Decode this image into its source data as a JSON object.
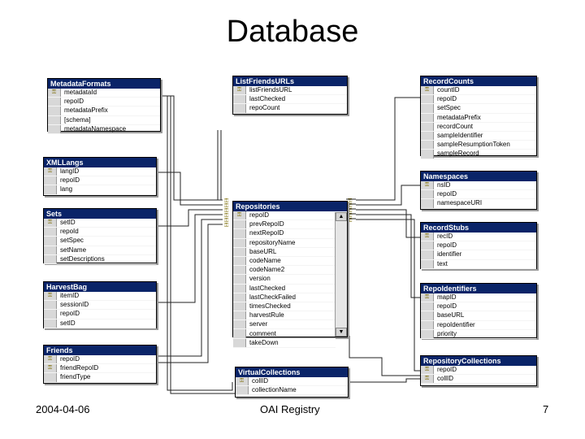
{
  "slide": {
    "title": "Database",
    "footer_date": "2004-04-06",
    "footer_center": "OAI Registry",
    "page_number": "7"
  },
  "tables": [
    {
      "id": "metadataformats",
      "title": "MetadataFormats",
      "fields": [
        {
          "name": "metadataId",
          "key": true
        },
        {
          "name": "repoID",
          "key": false
        },
        {
          "name": "metadataPrefix",
          "key": false
        },
        {
          "name": "[schema]",
          "key": false
        },
        {
          "name": "metadataNamespace",
          "key": false
        }
      ]
    },
    {
      "id": "listfriendsurls",
      "title": "ListFriendsURLs",
      "fields": [
        {
          "name": "listFriendsURL",
          "key": true
        },
        {
          "name": "lastChecked",
          "key": false
        },
        {
          "name": "repoCount",
          "key": false
        }
      ]
    },
    {
      "id": "recordcounts",
      "title": "RecordCounts",
      "fields": [
        {
          "name": "countID",
          "key": true
        },
        {
          "name": "repoID",
          "key": false
        },
        {
          "name": "setSpec",
          "key": false
        },
        {
          "name": "metadataPrefix",
          "key": false
        },
        {
          "name": "recordCount",
          "key": false
        },
        {
          "name": "sampleIdentifier",
          "key": false
        },
        {
          "name": "sampleResumptionToken",
          "key": false
        },
        {
          "name": "sampleRecord",
          "key": false
        }
      ]
    },
    {
      "id": "xmllangs",
      "title": "XMLLangs",
      "fields": [
        {
          "name": "langID",
          "key": true
        },
        {
          "name": "repoID",
          "key": false
        },
        {
          "name": "lang",
          "key": false
        }
      ]
    },
    {
      "id": "namespaces",
      "title": "Namespaces",
      "fields": [
        {
          "name": "nsID",
          "key": true
        },
        {
          "name": "repoID",
          "key": false
        },
        {
          "name": "namespaceURI",
          "key": false
        }
      ]
    },
    {
      "id": "sets",
      "title": "Sets",
      "fields": [
        {
          "name": "setID",
          "key": true
        },
        {
          "name": "repoId",
          "key": false
        },
        {
          "name": "setSpec",
          "key": false
        },
        {
          "name": "setName",
          "key": false
        },
        {
          "name": "setDescriptions",
          "key": false
        }
      ]
    },
    {
      "id": "repositories",
      "title": "Repositories",
      "scroll": true,
      "fields": [
        {
          "name": "repoID",
          "key": true
        },
        {
          "name": "prevRepoID",
          "key": false
        },
        {
          "name": "nextRepoID",
          "key": false
        },
        {
          "name": "repositoryName",
          "key": false
        },
        {
          "name": "baseURL",
          "key": false
        },
        {
          "name": "codeName",
          "key": false
        },
        {
          "name": "codeName2",
          "key": false
        },
        {
          "name": "version",
          "key": false
        },
        {
          "name": "lastChecked",
          "key": false
        },
        {
          "name": "lastCheckFailed",
          "key": false
        },
        {
          "name": "timesChecked",
          "key": false
        },
        {
          "name": "harvestRule",
          "key": false
        },
        {
          "name": "server",
          "key": false
        },
        {
          "name": "comment",
          "key": false
        },
        {
          "name": "takeDown",
          "key": false
        }
      ]
    },
    {
      "id": "recordstubs",
      "title": "RecordStubs",
      "fields": [
        {
          "name": "recID",
          "key": true
        },
        {
          "name": "repoID",
          "key": false
        },
        {
          "name": "identifier",
          "key": false
        },
        {
          "name": "text",
          "key": false
        }
      ]
    },
    {
      "id": "harvestbag",
      "title": "HarvestBag",
      "fields": [
        {
          "name": "itemID",
          "key": true
        },
        {
          "name": "sessionID",
          "key": false
        },
        {
          "name": "repoID",
          "key": false
        },
        {
          "name": "setID",
          "key": false
        }
      ]
    },
    {
      "id": "repoidentifiers",
      "title": "RepoIdentifiers",
      "fields": [
        {
          "name": "mapID",
          "key": true
        },
        {
          "name": "repoID",
          "key": false
        },
        {
          "name": "baseURL",
          "key": false
        },
        {
          "name": "repoIdentifier",
          "key": false
        },
        {
          "name": "priority",
          "key": false
        }
      ]
    },
    {
      "id": "friends",
      "title": "Friends",
      "fields": [
        {
          "name": "repoID",
          "key": true
        },
        {
          "name": "friendRepoID",
          "key": true
        },
        {
          "name": "friendType",
          "key": false
        }
      ]
    },
    {
      "id": "virtualcollections",
      "title": "VirtualCollections",
      "fields": [
        {
          "name": "collID",
          "key": true
        },
        {
          "name": "collectionName",
          "key": false
        }
      ]
    },
    {
      "id": "repositorycollections",
      "title": "RepositoryCollections",
      "fields": [
        {
          "name": "repoID",
          "key": true
        },
        {
          "name": "collID",
          "key": true
        }
      ]
    }
  ]
}
